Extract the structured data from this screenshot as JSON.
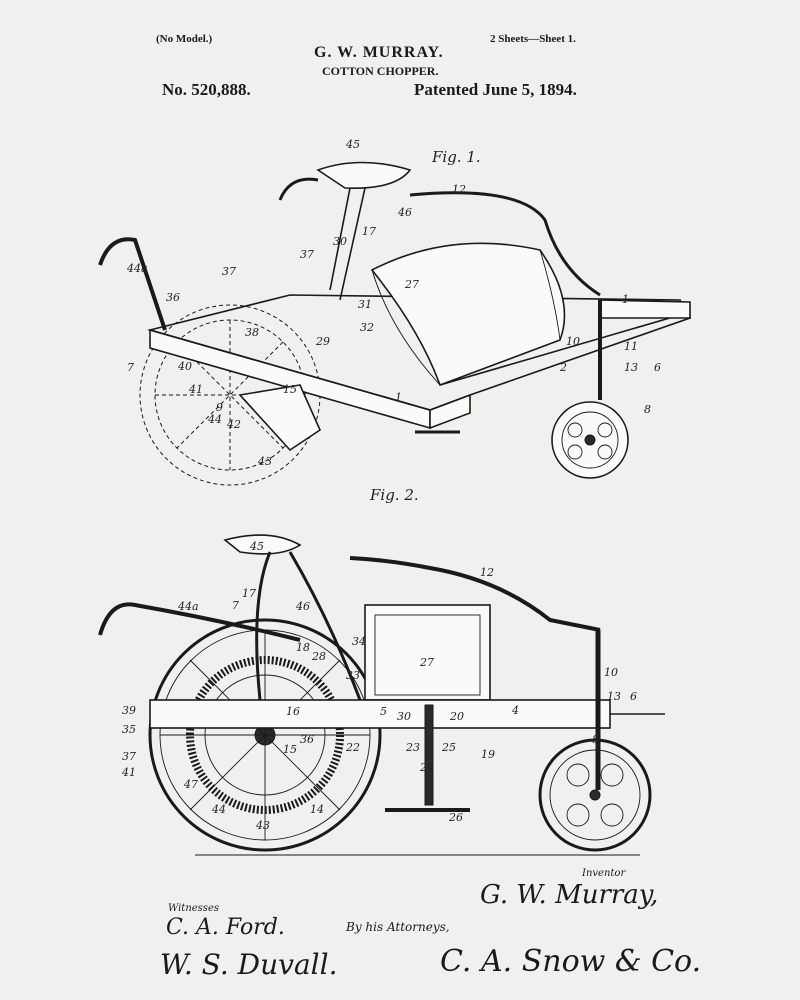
{
  "header": {
    "model_note": "(No Model.)",
    "sheets": "2 Sheets—Sheet 1.",
    "inventor": "G. W. MURRAY.",
    "title": "COTTON CHOPPER.",
    "patent_number": "No. 520,888.",
    "patent_date": "Patented June 5, 1894."
  },
  "fig1": {
    "caption": "Fig. 1.",
    "labels": [
      "45",
      "12",
      "46",
      "17",
      "30",
      "37",
      "44a",
      "37",
      "27",
      "31",
      "32",
      "36",
      "38",
      "29",
      "7",
      "40",
      "41",
      "15",
      "9",
      "44",
      "42",
      "43",
      "1",
      "1",
      "10",
      "11",
      "13",
      "6",
      "2",
      "8"
    ]
  },
  "fig2": {
    "caption": "Fig. 2.",
    "labels": [
      "45",
      "12",
      "44a",
      "7",
      "17",
      "46",
      "18",
      "28",
      "34",
      "27",
      "33",
      "39",
      "35",
      "37",
      "41",
      "5",
      "30",
      "20",
      "4",
      "10",
      "13",
      "6",
      "8",
      "22",
      "23",
      "25",
      "19",
      "24",
      "26",
      "16",
      "15",
      "36",
      "47",
      "44",
      "43",
      "14"
    ]
  },
  "footer": {
    "inventor_label": "Inventor",
    "inventor_signature": "G. W. Murray,",
    "witnesses_label": "Witnesses",
    "witness_1": "C. A. Ford.",
    "witness_2": "W. S. Duvall.",
    "attorneys_label": "By his Attorneys,",
    "attorneys_signature": "C. A. Snow & Co."
  }
}
